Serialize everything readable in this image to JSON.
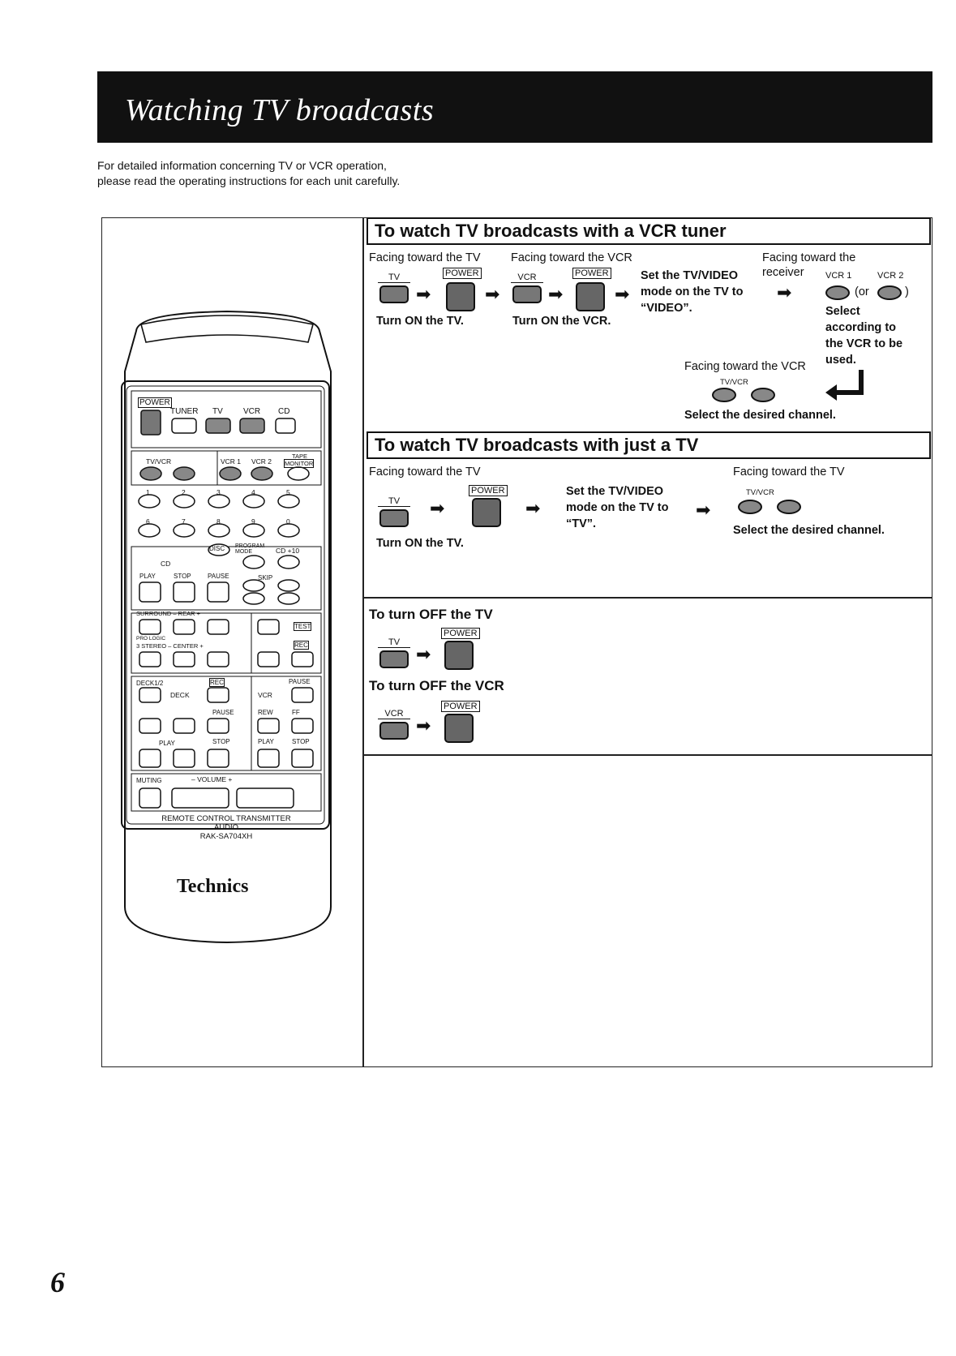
{
  "header": {
    "title": "Watching TV broadcasts"
  },
  "intro": {
    "line1": "For detailed information concerning TV or VCR operation,",
    "line2": "please read the operating instructions for each unit carefully."
  },
  "section_vcr": {
    "heading": "To watch TV broadcasts with a VCR tuner",
    "facing_tv": "Facing toward the TV",
    "facing_vcr": "Facing toward the VCR",
    "facing_receiver_1": "Facing toward the",
    "facing_receiver_2": "receiver",
    "tv_label": "TV",
    "vcr_label": "VCR",
    "power_label": "POWER",
    "set_mode_1": "Set the TV/VIDEO",
    "set_mode_2": "mode on the TV to",
    "set_mode_3": "“VIDEO”.",
    "turn_on_tv": "Turn ON the TV.",
    "turn_on_vcr": "Turn ON the VCR.",
    "vcr1": "VCR 1",
    "vcr2": "VCR 2",
    "or_text": "(or",
    "close_paren": ")",
    "select_1": "Select",
    "select_2": "according to",
    "select_3": "the VCR to be",
    "select_4": "used.",
    "facing_vcr_2": "Facing toward the VCR",
    "tvvcr_label": "TV/VCR",
    "select_channel": "Select the desired channel."
  },
  "section_tv": {
    "heading": "To watch TV broadcasts with just a TV",
    "facing_tv": "Facing toward the TV",
    "facing_tv_2": "Facing toward the TV",
    "tv_label": "TV",
    "power_label": "POWER",
    "set_mode_1": "Set the TV/VIDEO",
    "set_mode_2": "mode on the TV to",
    "set_mode_3": "“TV”.",
    "turn_on_tv": "Turn ON the TV.",
    "tvvcr_label": "TV/VCR",
    "select_channel": "Select the desired channel."
  },
  "section_off": {
    "tv_off": "To turn OFF the TV",
    "vcr_off": "To turn OFF the VCR",
    "tv_label": "TV",
    "vcr_label": "VCR",
    "power_label": "POWER"
  },
  "remote": {
    "power": "POWER",
    "tuner": "TUNER",
    "tv": "TV",
    "vcr": "VCR",
    "cd": "CD",
    "tvvcr": "TV/VCR",
    "vcr1": "VCR 1",
    "vcr2": "VCR 2",
    "tape_monitor_1": "TAPE",
    "tape_monitor_2": "MONITOR",
    "digits_row1": [
      "1",
      "2",
      "3",
      "4",
      "5"
    ],
    "digits_row2": [
      "6",
      "7",
      "8",
      "9",
      "0"
    ],
    "disc": "DISC",
    "program_mode": "PROGRAM MODE",
    "cd_plus10": "CD +10",
    "cd_label": "CD",
    "play": "PLAY",
    "stop": "STOP",
    "pause": "PAUSE",
    "skip": "SKIP",
    "surround_rear": "SURROUND – REAR +",
    "test": "TEST",
    "prologic": "PRO LOGIC",
    "stereo_center": "3 STEREO  – CENTER +",
    "rec": "REC",
    "deck12": "DECK1/2",
    "deck": "DECK",
    "vcr_label": "VCR",
    "rew": "REW",
    "ff": "FF",
    "muting": "MUTING",
    "volume": "–   VOLUME   +",
    "model_1": "REMOTE CONTROL TRANSMITTER",
    "model_2": "AUDIO",
    "model_3": "RAK-SA704XH",
    "brand": "Technics"
  },
  "page_number": "6"
}
